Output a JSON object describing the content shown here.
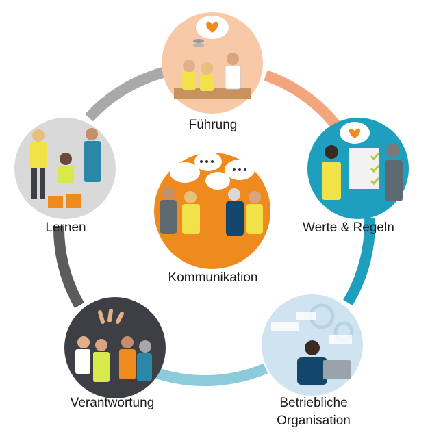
{
  "diagram": {
    "center": {
      "label": "Kommunikation",
      "icon": "speech-bubbles-team-icon"
    },
    "nodes": [
      {
        "id": "fuehrung",
        "label": "Führung",
        "icon": "team-lead-heart-icon"
      },
      {
        "id": "werte",
        "label": "Werte & Regeln",
        "icon": "checklist-heart-icon"
      },
      {
        "id": "organisation",
        "label_line1": "Betriebliche",
        "label_line2": "Organisation",
        "icon": "office-worker-process-icon"
      },
      {
        "id": "verantwortung",
        "label": "Verantwortung",
        "icon": "team-high-five-icon"
      },
      {
        "id": "lernen",
        "label": "Lernen",
        "icon": "colleagues-learning-icon"
      }
    ],
    "connector_colors": {
      "fuehrung_werte": "#f3a67e",
      "werte_organisation": "#1f9fbe",
      "organisation_verantwortung": "#8ccbdc",
      "verantwortung_lernen": "#5c5c5c",
      "lernen_fuehrung": "#a9a9a9"
    },
    "colors": {
      "orange": "#ef8a1e",
      "peach": "#f8c9a6",
      "safety_yellow": "#f1e24a",
      "teal": "#1f9fbe",
      "dark_grey": "#3d3f45"
    }
  }
}
